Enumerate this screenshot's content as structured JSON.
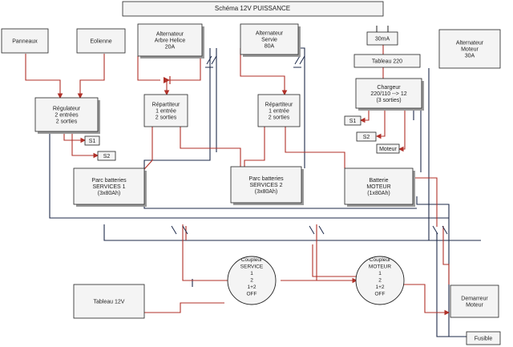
{
  "title": "Schéma 12V PUISSANCE",
  "nodes": [
    {
      "id": "panneaux",
      "lines": [
        "Panneaux"
      ]
    },
    {
      "id": "eolienne",
      "lines": [
        "Eolienne"
      ]
    },
    {
      "id": "alt-helice",
      "lines": [
        "Alternateur",
        "Arbre Helice",
        "20A"
      ]
    },
    {
      "id": "alt-servie",
      "lines": [
        "Alternateur",
        "Servie",
        "80A"
      ]
    },
    {
      "id": "fuse-30ma",
      "lines": [
        "30mA"
      ]
    },
    {
      "id": "tableau-220",
      "lines": [
        "Tableau 220"
      ]
    },
    {
      "id": "alt-moteur",
      "lines": [
        "Alternateur",
        "Moteur",
        "30A"
      ]
    },
    {
      "id": "regulateur",
      "lines": [
        "Régulateur",
        "2 entrées",
        "2 sorties"
      ]
    },
    {
      "id": "repartiteur-1",
      "lines": [
        "Répartiteur",
        "1 entrée",
        "2 sorties"
      ]
    },
    {
      "id": "repartiteur-2",
      "lines": [
        "Répartiteur",
        "1 entrée",
        "2 sorties"
      ]
    },
    {
      "id": "chargeur",
      "lines": [
        "Chargeur",
        "220/110 --> 12",
        "(3 sorties)"
      ]
    },
    {
      "id": "s1-left",
      "lines": [
        "S1"
      ]
    },
    {
      "id": "s2-left",
      "lines": [
        "S2"
      ]
    },
    {
      "id": "s1-right",
      "lines": [
        "S1"
      ]
    },
    {
      "id": "s2-right",
      "lines": [
        "S2"
      ]
    },
    {
      "id": "moteur-label",
      "lines": [
        "Moteur"
      ]
    },
    {
      "id": "parc-1",
      "lines": [
        "Parc batteries",
        "SERVICES 1",
        "(3x80Ah)"
      ]
    },
    {
      "id": "parc-2",
      "lines": [
        "Parc batteries",
        "SERVICES 2",
        "(3x80Ah)"
      ]
    },
    {
      "id": "batterie-moteur",
      "lines": [
        "Batterie",
        "MOTEUR",
        "(1x80Ah)"
      ]
    },
    {
      "id": "coupleur-service",
      "lines": [
        "Coupleur",
        "SERVICE",
        "1",
        "2",
        "1+2",
        "OFF"
      ]
    },
    {
      "id": "coupleur-moteur",
      "lines": [
        "Coupleur",
        "MOTEUR",
        "1",
        "2",
        "1+2",
        "OFF"
      ]
    },
    {
      "id": "tableau-12v",
      "lines": [
        "Tableau 12V"
      ]
    },
    {
      "id": "demarreur",
      "lines": [
        "Demarreur",
        "Moteur"
      ]
    },
    {
      "id": "fusible",
      "lines": [
        "Fusible"
      ]
    }
  ],
  "colors": {
    "box_fill": "#f4f4f4",
    "box_stroke": "#222222",
    "positive_wire": "#b03028",
    "negative_wire": "#1e2a4a",
    "shadow": "#9a9a9a"
  }
}
